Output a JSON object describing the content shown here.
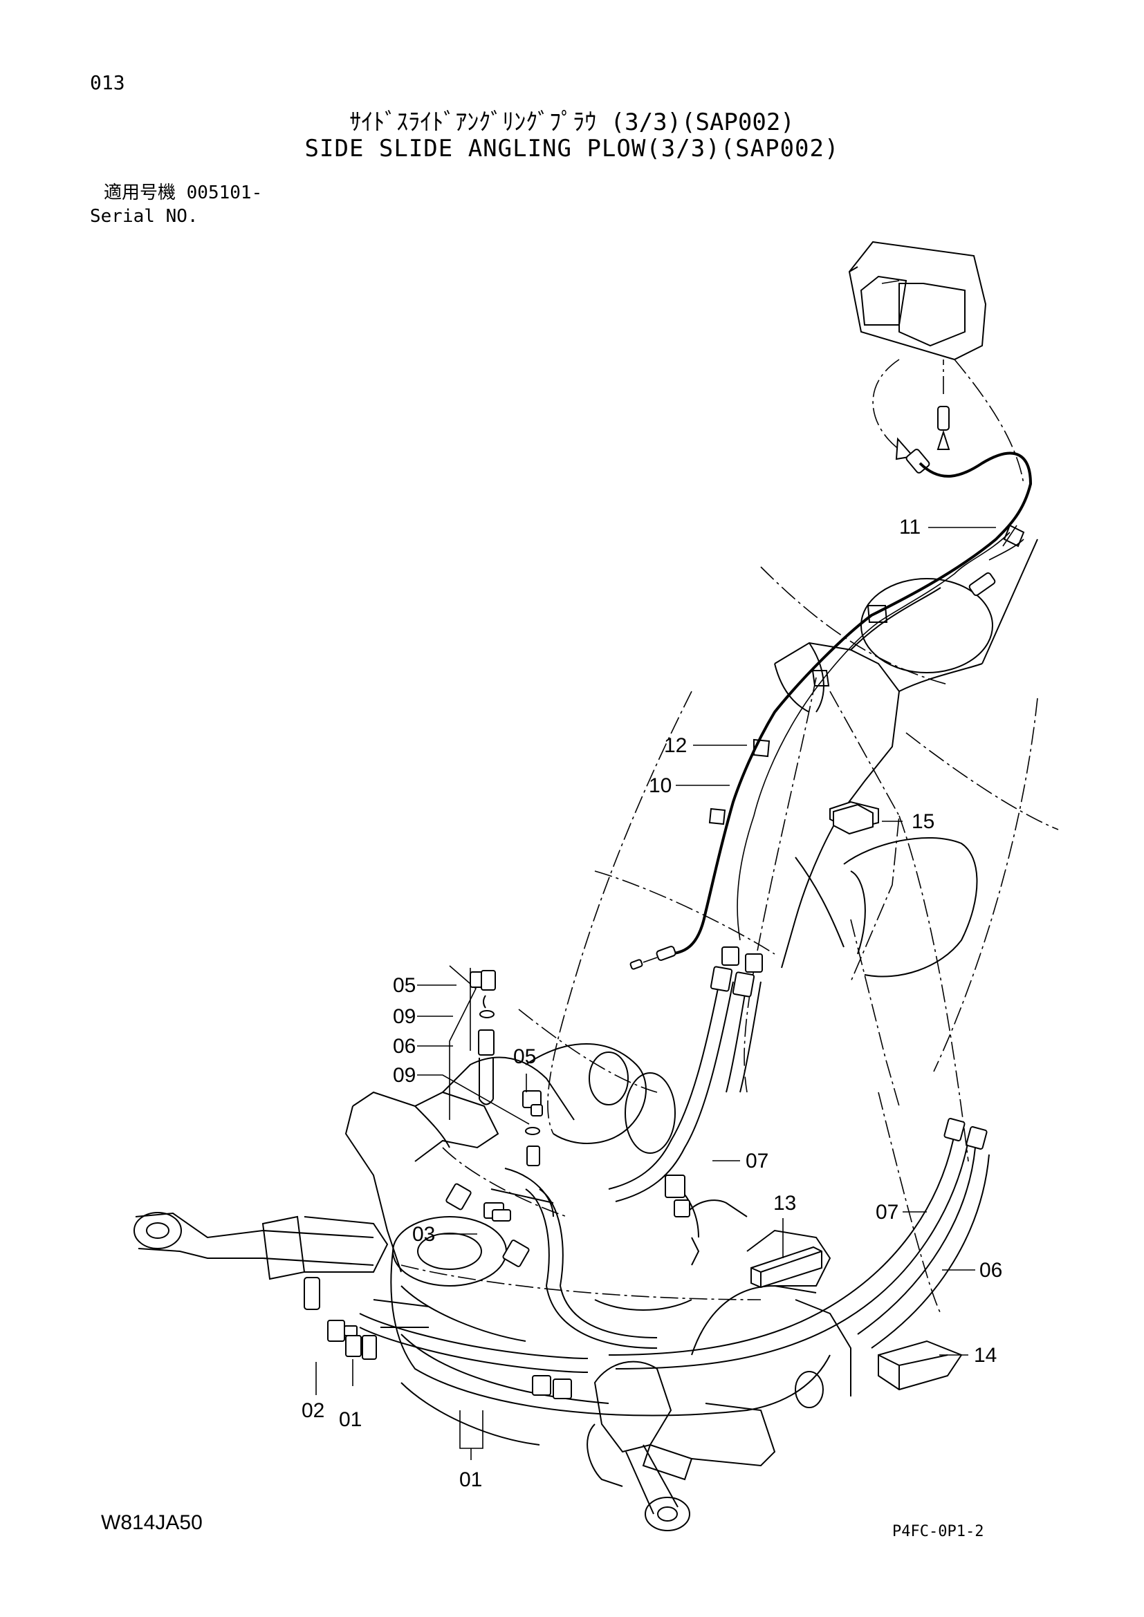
{
  "header": {
    "page_number": "013",
    "title_ja": "ｻｲﾄﾞｽﾗｲﾄﾞｱﾝｸﾞﾘﾝｸﾞﾌﾟﾗｳ (3/3)(SAP002)",
    "title_en": "SIDE SLIDE ANGLING PLOW(3/3)(SAP002)",
    "serial_ja": "適用号機 005101-",
    "serial_en": "Serial NO."
  },
  "footer": {
    "drawing_code": "W814JA50",
    "sheet_code": "P4FC-0P1-2"
  },
  "callouts": [
    {
      "id": "11",
      "label": "11"
    },
    {
      "id": "12",
      "label": "12"
    },
    {
      "id": "10",
      "label": "10"
    },
    {
      "id": "15",
      "label": "15"
    },
    {
      "id": "05a",
      "label": "05"
    },
    {
      "id": "09a",
      "label": "09"
    },
    {
      "id": "06a",
      "label": "06"
    },
    {
      "id": "05b",
      "label": "05"
    },
    {
      "id": "09b",
      "label": "09"
    },
    {
      "id": "07a",
      "label": "07"
    },
    {
      "id": "13",
      "label": "13"
    },
    {
      "id": "07b",
      "label": "07"
    },
    {
      "id": "03",
      "label": "03"
    },
    {
      "id": "06b",
      "label": "06"
    },
    {
      "id": "14",
      "label": "14"
    },
    {
      "id": "02",
      "label": "02"
    },
    {
      "id": "01a",
      "label": "01"
    },
    {
      "id": "01b",
      "label": "01"
    }
  ]
}
